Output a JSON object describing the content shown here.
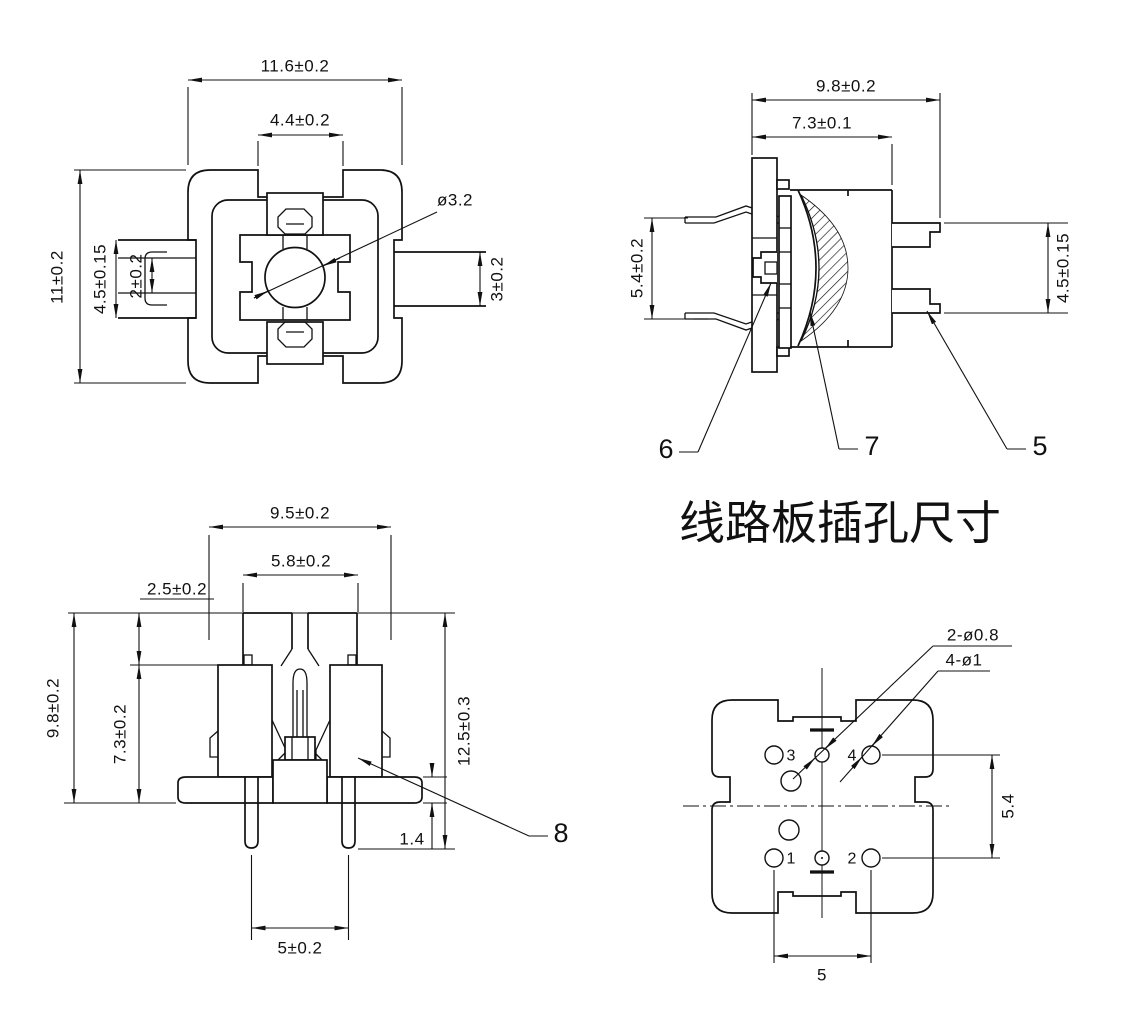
{
  "title": "线路板插孔尺寸",
  "top_view": {
    "dim_width": "11.6±0.2",
    "dim_inner_width": "4.4±0.2",
    "dim_height": "11±0.2",
    "dim_lead_width": "4.5±0.15",
    "dim_lead_gap": "2±0.2",
    "dim_lead_right": "3±0.2",
    "dim_hole": "ø3.2"
  },
  "side_view": {
    "dim_depth": "9.8±0.2",
    "dim_body_depth": "7.3±0.1",
    "dim_lead_span": "5.4±0.2",
    "dim_pin_span": "4.5±0.15",
    "callout_case": "5",
    "callout_led": "6",
    "callout_lens": "7"
  },
  "front_view": {
    "dim_width": "9.5±0.2",
    "dim_post_span": "5.8±0.2",
    "dim_post_height": "2.5±0.2",
    "dim_height": "9.8±0.2",
    "dim_tower_height": "7.3±0.2",
    "dim_total_height": "12.5±0.3",
    "dim_base_thickness": "1.4",
    "dim_pin_pitch": "5±0.2",
    "callout_cover": "8"
  },
  "pcb_view": {
    "label_small_holes": "2-ø0.8",
    "label_large_holes": "4-ø1",
    "dim_row_pitch": "5.4",
    "dim_col_pitch": "5",
    "pin1": "1",
    "pin2": "2",
    "pin3": "3",
    "pin4": "4"
  }
}
